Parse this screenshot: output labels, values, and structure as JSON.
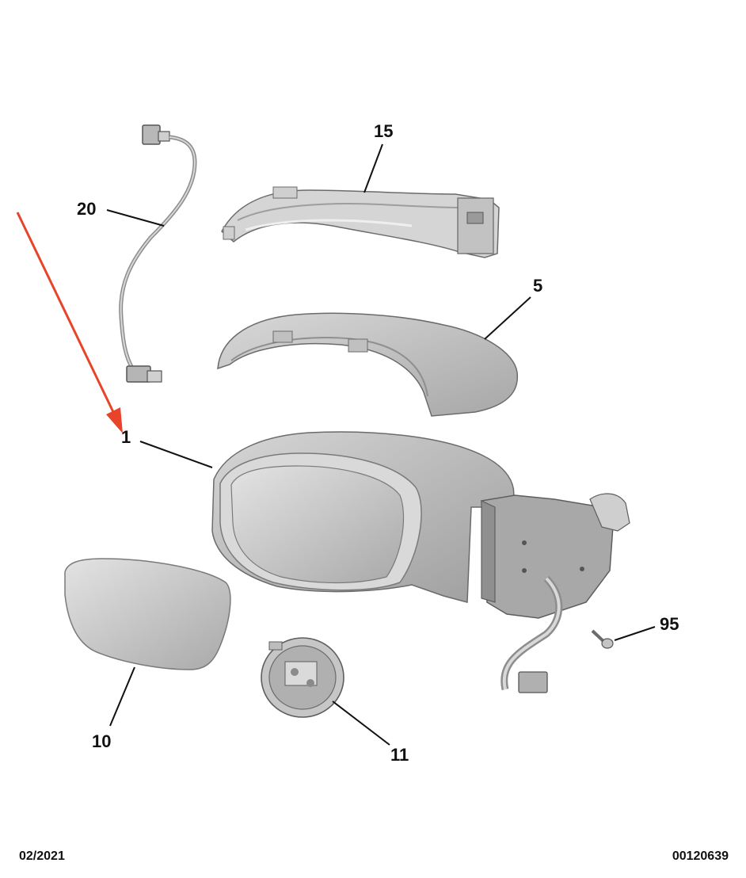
{
  "callouts": {
    "c20": "20",
    "c15": "15",
    "c5": "5",
    "c1": "1",
    "c95": "95",
    "c10": "10",
    "c11": "11"
  },
  "footer": {
    "date": "02/2021",
    "reference": "00120639"
  },
  "colors": {
    "part_fill": "#c9c9c9",
    "part_dark": "#9a9a9a",
    "part_light": "#e4e4e4",
    "outline": "#6b6b6b",
    "text": "#111111",
    "arrow": "#e8442a"
  }
}
